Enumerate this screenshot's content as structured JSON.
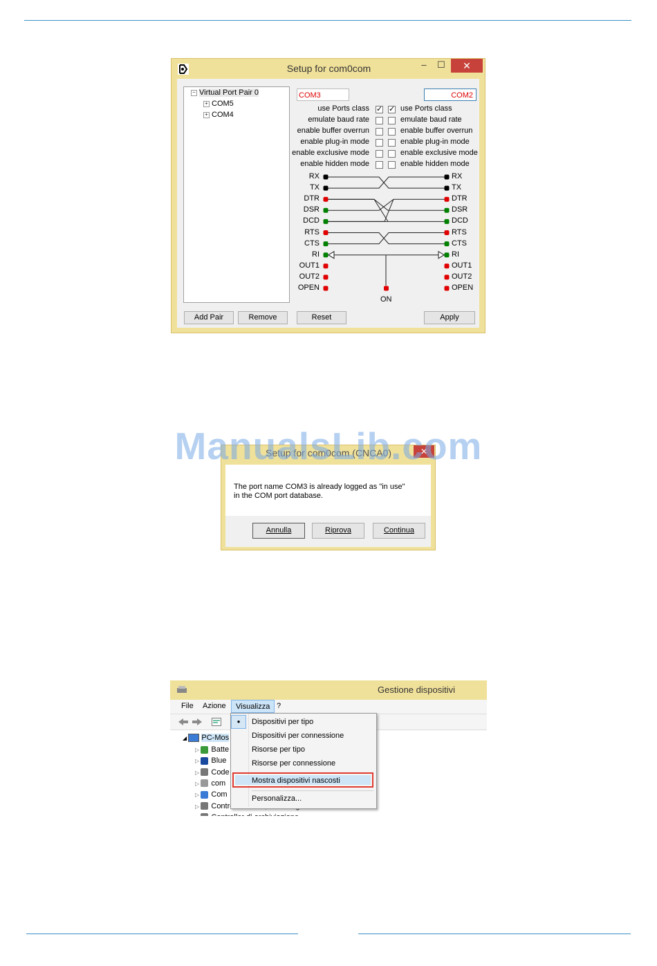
{
  "setup_dialog": {
    "title": "Setup for com0com",
    "tree": {
      "root": "Virtual Port Pair 0",
      "children": [
        "COM5",
        "COM4"
      ]
    },
    "port_a": "COM3",
    "port_b": "COM2",
    "options": [
      {
        "label": "use Ports class",
        "checked_a": true,
        "checked_b": true
      },
      {
        "label": "emulate baud rate",
        "checked_a": false,
        "checked_b": false
      },
      {
        "label": "enable buffer overrun",
        "checked_a": false,
        "checked_b": false
      },
      {
        "label": "enable plug-in mode",
        "checked_a": false,
        "checked_b": false
      },
      {
        "label": "enable exclusive mode",
        "checked_a": false,
        "checked_b": false
      },
      {
        "label": "enable hidden mode",
        "checked_a": false,
        "checked_b": false
      }
    ],
    "check_glyph": "✓",
    "signals": [
      {
        "name": "RX",
        "color": "#000000"
      },
      {
        "name": "TX",
        "color": "#000000"
      },
      {
        "name": "DTR",
        "color": "#e00000"
      },
      {
        "name": "DSR",
        "color": "#008000"
      },
      {
        "name": "DCD",
        "color": "#008000"
      },
      {
        "name": "RTS",
        "color": "#e00000"
      },
      {
        "name": "CTS",
        "color": "#008000"
      },
      {
        "name": "RI",
        "color": "#008000"
      },
      {
        "name": "OUT1",
        "color": "#e00000"
      },
      {
        "name": "OUT2",
        "color": "#e00000"
      },
      {
        "name": "OPEN",
        "color": "#e00000"
      }
    ],
    "on_label": "ON",
    "buttons": {
      "add_pair": "Add Pair",
      "remove": "Remove",
      "reset": "Reset",
      "apply": "Apply"
    },
    "minimize_glyph": "–",
    "maximize_glyph": "☐",
    "close_glyph": "✕"
  },
  "error_dialog": {
    "title_partial": "Setup for com0com (CNCA0)",
    "message_line1": "The port name COM3 is already logged as \"in use\"",
    "message_line2": "in the COM port database.",
    "buttons": {
      "cancel": "Annulla",
      "retry": "Riprova",
      "continue": "Continua"
    },
    "watermark": "ManualsLib.com"
  },
  "device_manager": {
    "title": "Gestione dispositivi",
    "menu": {
      "file": "File",
      "action": "Azione",
      "view": "Visualizza",
      "help": "?"
    },
    "tree_root": "PC-Mos",
    "tree_items": [
      "Batte",
      "Blue",
      "Code",
      "com",
      "Com",
      "Controller audio, video e giochi",
      "Controller di archiviazione"
    ],
    "view_menu": {
      "items": [
        "Dispositivi per tipo",
        "Dispositivi per connessione",
        "Risorse per tipo",
        "Risorse per connessione",
        "Mostra dispositivi nascosti",
        "Personalizza..."
      ],
      "selected_bullet": "●",
      "highlight_color": "#e03c31"
    }
  }
}
